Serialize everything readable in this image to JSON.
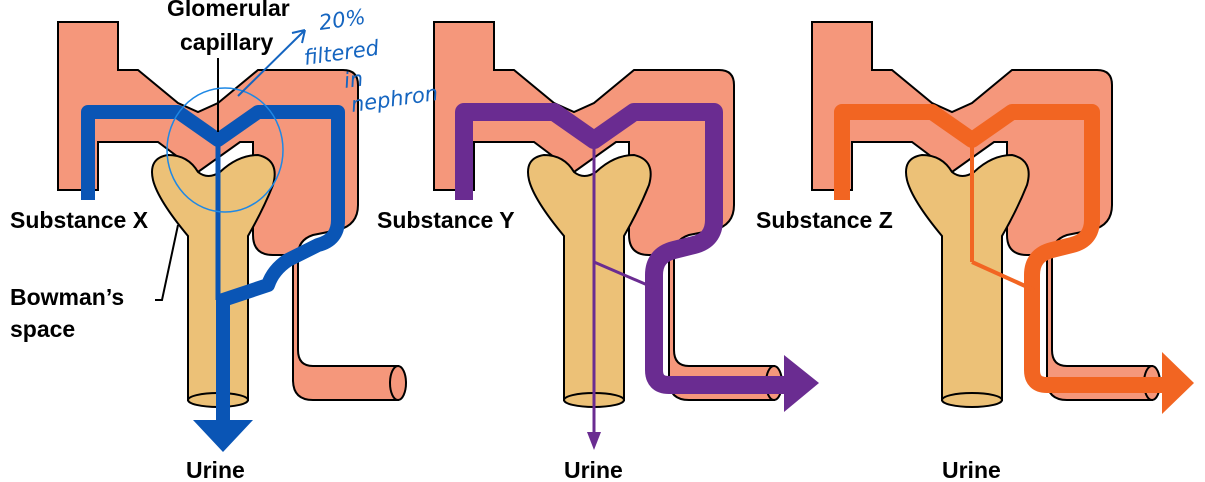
{
  "annotations": {
    "glomerular_capillary": [
      "Glomerular",
      "capillary"
    ],
    "bowmans_space": [
      "Bowman’s",
      "space"
    ],
    "handwritten_note": [
      "20%",
      "filtered",
      "in",
      "nephron"
    ]
  },
  "panels": [
    {
      "substance_label": "Substance X",
      "output_label": "Urine",
      "color": "#0a55b5"
    },
    {
      "substance_label": "Substance Y",
      "output_label": "Urine",
      "color": "#6a2c91"
    },
    {
      "substance_label": "Substance Z",
      "output_label": "Urine",
      "color": "#f26522"
    }
  ],
  "colors": {
    "blood_vessel": "#f5977b",
    "bowmans_capsule": "#ecc177",
    "handwriting": "#1565c0"
  }
}
